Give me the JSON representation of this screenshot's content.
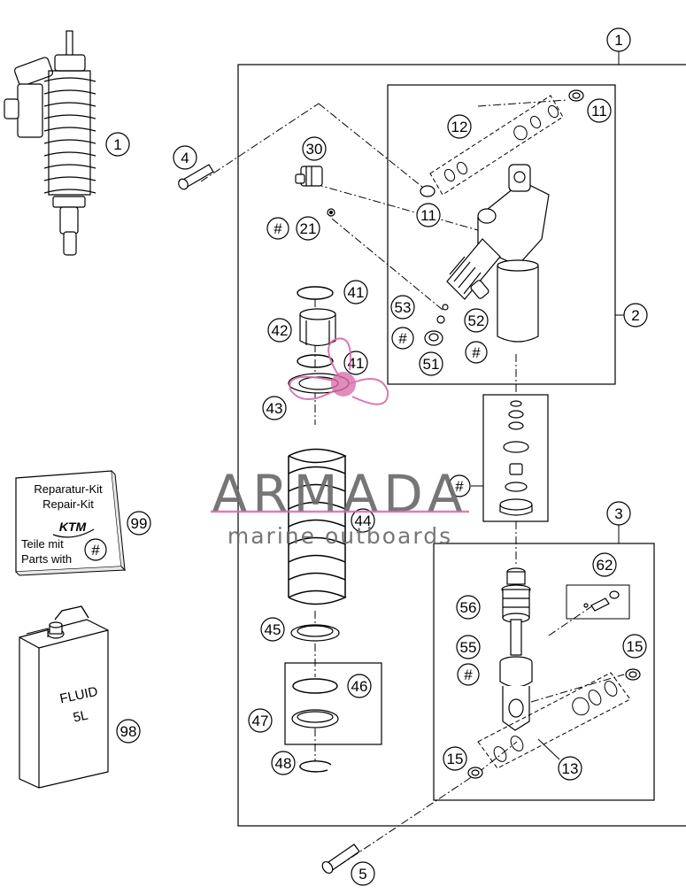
{
  "callouts": {
    "c1_main": "1",
    "c1_left": "1",
    "c2": "2",
    "c3": "3",
    "c4": "4",
    "c5": "5",
    "c11_top": "11",
    "c11_mid": "11",
    "c12": "12",
    "c13": "13",
    "c15_right": "15",
    "c15_left": "15",
    "c21": "21",
    "c30": "30",
    "c41_top": "41",
    "c41_bot": "41",
    "c42": "42",
    "c43": "43",
    "c44": "44",
    "c45": "45",
    "c46": "46",
    "c47": "47",
    "c48": "48",
    "c51": "51",
    "c52": "52",
    "c53": "53",
    "c55": "55",
    "c56": "56",
    "c62": "62",
    "c98": "98",
    "c99": "99",
    "hash_21": "#",
    "hash_51": "#",
    "hash_52": "#",
    "hash_kit": "#",
    "hash_55": "#",
    "hash_card": "#"
  },
  "kit_card": {
    "line1": "Reparatur-Kit",
    "line2": "Repair-Kit",
    "brand": "KTM",
    "line3": "Teile mit",
    "line4": "Parts with"
  },
  "fluid_can": {
    "line1": "FLUID",
    "line2": "5L"
  },
  "watermark": {
    "title": "ARMADA",
    "subtitle": "marine outboards",
    "title_color": "#6b6b6b",
    "accent_color": "#d86aa8"
  }
}
